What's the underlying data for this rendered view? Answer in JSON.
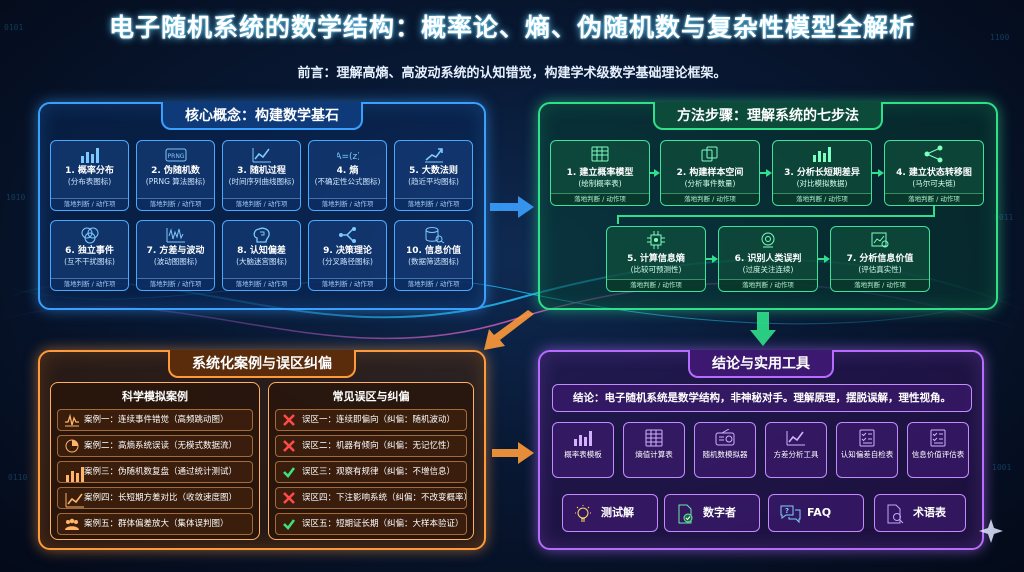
{
  "title": "电子随机系统的数学结构：概率论、熵、伪随机数与复杂性模型全解析",
  "subtitle": "前言：理解高熵、高波动系统的认知错觉，构建学术级数学基础理论框架。",
  "core": {
    "header": "核心概念：构建数学基石",
    "cards": [
      {
        "name": "1. 概率分布",
        "sub": "(分布表图标)",
        "foot": "落地判断 / 动作项",
        "icon": "bar-chart-icon"
      },
      {
        "name": "2. 伪随机数",
        "sub": "(PRNG 算法图标)",
        "foot": "落地判断 / 动作项",
        "icon": "prng-icon",
        "icon_text": "PRNG"
      },
      {
        "name": "3. 随机过程",
        "sub": "(时间序列曲线图标)",
        "foot": "落地判断 / 动作项",
        "icon": "line-chart-icon"
      },
      {
        "name": "4. 熵",
        "sub": "(不确定性公式图标)",
        "foot": "落地判断 / 动作项",
        "icon": "formula-icon",
        "icon_text": "A=(z)"
      },
      {
        "name": "5. 大数法则",
        "sub": "(趋近平均图标)",
        "foot": "落地判断 / 动作项",
        "icon": "trend-up-icon"
      },
      {
        "name": "6. 独立事件",
        "sub": "(互不干扰图标)",
        "foot": "落地判断 / 动作项",
        "icon": "venn-icon"
      },
      {
        "name": "7. 方差与波动",
        "sub": "(波动图图标)",
        "foot": "落地判断 / 动作项",
        "icon": "wave-chart-icon"
      },
      {
        "name": "8. 认知偏差",
        "sub": "(大脑迷宫图标)",
        "foot": "落地判断 / 动作项",
        "icon": "brain-icon"
      },
      {
        "name": "9. 决策理论",
        "sub": "(分叉路径图标)",
        "foot": "落地判断 / 动作项",
        "icon": "fork-icon"
      },
      {
        "name": "10. 信息价值",
        "sub": "(数据筛选图标)",
        "foot": "落地判断 / 动作项",
        "icon": "database-filter-icon"
      }
    ]
  },
  "method": {
    "header": "方法步骤：理解系统的七步法",
    "steps": [
      {
        "name": "1. 建立概率模型",
        "sub": "(绘制概率表)",
        "foot": "落地判断 / 动作项",
        "icon": "table-icon"
      },
      {
        "name": "2. 构建样本空间",
        "sub": "(分析事件数量)",
        "foot": "落地判断 / 动作项",
        "icon": "cards-icon"
      },
      {
        "name": "3. 分析长短期差异",
        "sub": "(对比模拟数据)",
        "foot": "落地判断 / 动作项",
        "icon": "bar-chart-icon"
      },
      {
        "name": "4. 建立状态转移图",
        "sub": "(马尔可夫链)",
        "foot": "落地判断 / 动作项",
        "icon": "network-icon"
      },
      {
        "name": "5. 计算信息熵",
        "sub": "(比较可预测性)",
        "foot": "落地判断 / 动作项",
        "icon": "chip-icon"
      },
      {
        "name": "6. 识别人类误判",
        "sub": "(过度关注连续)",
        "foot": "落地判断 / 动作项",
        "icon": "head-search-icon"
      },
      {
        "name": "7. 分析信息价值",
        "sub": "(评估真实性)",
        "foot": "落地判断 / 动作项",
        "icon": "chart-search-icon"
      }
    ]
  },
  "cases": {
    "header": "系统化案例与误区纠偏",
    "sim_title": "科学模拟案例",
    "sim_items": [
      {
        "text": "案例一：连续事件错觉（高频跳动图）",
        "icon": "pulse-icon"
      },
      {
        "text": "案例二：高熵系统误读（无模式数据流）",
        "icon": "pie-icon"
      },
      {
        "text": "案例三：伪随机数复盘（通过统计测试）",
        "icon": "bar-chart-icon"
      },
      {
        "text": "案例四：长短期方差对比（收敛速度图）",
        "icon": "line-chart-icon"
      },
      {
        "text": "案例五：群体偏差放大（集体误判图）",
        "icon": "group-icon"
      }
    ],
    "myth_title": "常见误区与纠偏",
    "myth_items": [
      {
        "text": "误区一：连续即偏向（纠偏：随机波动）",
        "icon": "cross-icon"
      },
      {
        "text": "误区二：机器有倾向（纠偏：无记忆性）",
        "icon": "cross-icon"
      },
      {
        "text": "误区三：观察有规律（纠偏：不增信息）",
        "icon": "check-icon"
      },
      {
        "text": "误区四：下注影响系统（纠偏：不改变概率）",
        "icon": "cross-icon"
      },
      {
        "text": "误区五：短期证长期（纠偏：大样本验证）",
        "icon": "check-icon"
      }
    ]
  },
  "conclusion": {
    "header": "结论与实用工具",
    "text": "结论：电子随机系统是数学结构，非神秘对手。理解原理，摆脱误解，理性视角。",
    "tools": [
      {
        "name": "概率表模板",
        "icon": "bar-chart-icon"
      },
      {
        "name": "熵值计算表",
        "icon": "grid-table-icon"
      },
      {
        "name": "随机数模拟器",
        "icon": "radio-icon"
      },
      {
        "name": "方差分析工具",
        "icon": "line-chart-icon"
      },
      {
        "name": "认知偏差自检表",
        "icon": "checklist-icon"
      },
      {
        "name": "信息价值评估表",
        "icon": "checklist-icon"
      }
    ],
    "buttons": [
      {
        "label": "测试解",
        "icon": "lightbulb-icon"
      },
      {
        "label": "数字者",
        "icon": "doc-check-icon"
      },
      {
        "label": "FAQ",
        "icon": "chat-question-icon"
      },
      {
        "label": "术语表",
        "icon": "doc-search-icon"
      }
    ]
  },
  "colors": {
    "blue": "#3aa0ff",
    "green": "#2fe08a",
    "orange": "#ff9a3a",
    "purple": "#b86cff"
  }
}
